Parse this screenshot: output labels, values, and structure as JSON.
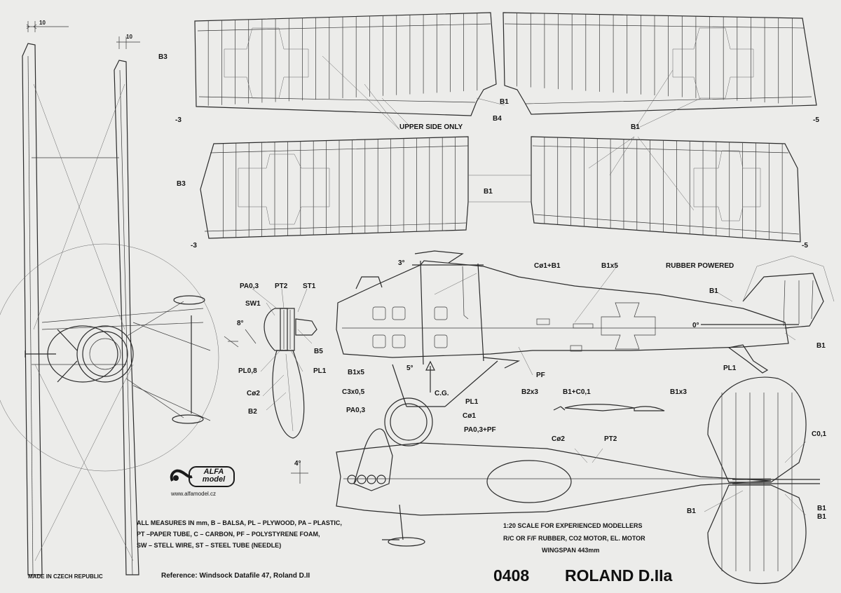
{
  "dimensions": {
    "strut_width_1": "10",
    "strut_width_2": "10"
  },
  "upper_wing": {
    "labels": [
      "B3",
      "B1",
      "B4",
      "B1",
      "-3",
      "-5"
    ],
    "note": "UPPER SIDE ONLY"
  },
  "lower_wing": {
    "labels": [
      "B3",
      "B1",
      "-3",
      "-5"
    ]
  },
  "nose_parts": {
    "labels": [
      "PA0,3",
      "PT2",
      "ST1",
      "SW1",
      "8°",
      "B5",
      "PL0,8",
      "PL1",
      "Cø2",
      "B2"
    ]
  },
  "fuselage_side": {
    "labels": [
      "3°",
      "Cø1+B1",
      "B1x5",
      "RUBBER POWERED",
      "B1",
      "0°",
      "B1",
      "B1x5",
      "5°",
      "C.G.",
      "PF",
      "PL1",
      "C3x0,5"
    ]
  },
  "wheel_parts": {
    "labels": [
      "PL1",
      "Cø1",
      "PA0,3+PF",
      "PA0,3"
    ]
  },
  "sections": {
    "labels": [
      "B2x3",
      "B1+C0,1",
      "B1x3"
    ]
  },
  "fuselage_top": {
    "labels": [
      "Cø2",
      "PT2",
      "4°",
      "C0,1",
      "B1",
      "B1",
      "B1"
    ]
  },
  "brand": {
    "logo": "ALFA model",
    "url": "www.alfamodel.cz"
  },
  "legend": [
    "ALL MEASURES IN mm, B – BALSA, PL – PLYWOOD, PA – PLASTIC,",
    "PT –PAPER TUBE, C – CARBON, PF – POLYSTYRENE FOAM,",
    "SW – STELL WIRE, ST – STEEL TUBE (NEEDLE)"
  ],
  "scale_info": [
    "1:20 SCALE FOR EXPERIENCED MODELLERS",
    "R/C OR  F/F RUBBER, CO2 MOTOR, EL. MOTOR",
    "WINGSPAN  443mm"
  ],
  "footer": {
    "made_in": "MADE IN CZECH REPUBLIC",
    "reference": "Reference: Windsock Datafile 47, Roland D.II",
    "number": "0408",
    "title": "ROLAND D.IIa"
  }
}
